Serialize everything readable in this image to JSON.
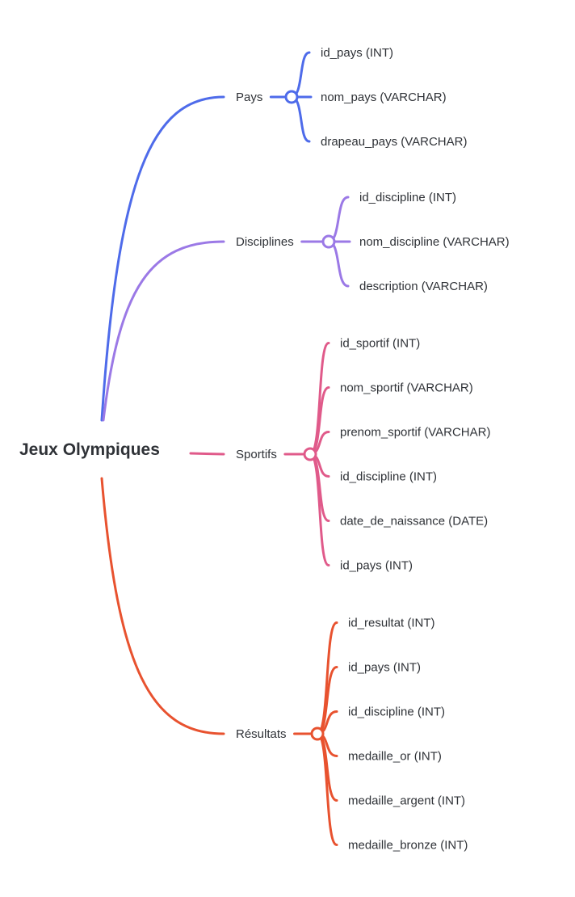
{
  "root": {
    "label": "Jeux Olympiques"
  },
  "branches": [
    {
      "label": "Pays",
      "color": "#4e6bea",
      "leaves": [
        "id_pays (INT)",
        "nom_pays (VARCHAR)",
        "drapeau_pays (VARCHAR)"
      ]
    },
    {
      "label": "Disciplines",
      "color": "#9b79e6",
      "leaves": [
        "id_discipline (INT)",
        "nom_discipline (VARCHAR)",
        "description (VARCHAR)"
      ]
    },
    {
      "label": "Sportifs",
      "color": "#e05a8a",
      "leaves": [
        "id_sportif (INT)",
        "nom_sportif (VARCHAR)",
        "prenom_sportif (VARCHAR)",
        "id_discipline (INT)",
        "date_de_naissance (DATE)",
        "id_pays (INT)"
      ]
    },
    {
      "label": "Résultats",
      "color": "#e8522f",
      "leaves": [
        "id_resultat (INT)",
        "id_pays (INT)",
        "id_discipline (INT)",
        "medaille_or (INT)",
        "medaille_argent (INT)",
        "medaille_bronze (INT)"
      ]
    }
  ]
}
